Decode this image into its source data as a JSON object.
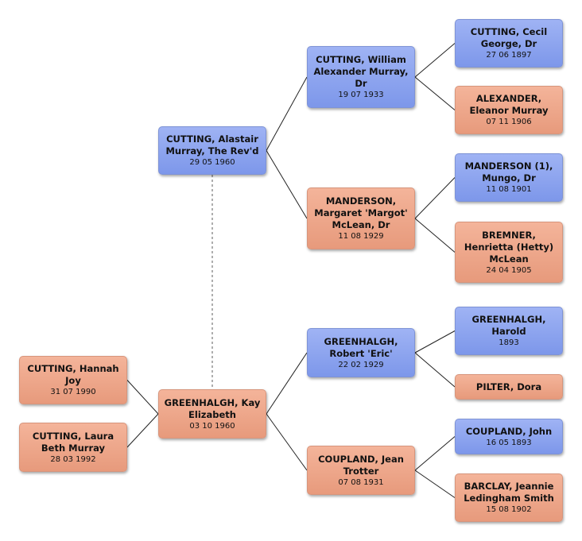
{
  "people": [
    {
      "id": "cecil",
      "name": "CUTTING, Cecil George, Dr",
      "date": "27 06 1897",
      "sex": "male"
    },
    {
      "id": "eleanor",
      "name": "ALEXANDER, Eleanor Murray",
      "date": "07 11 1906",
      "sex": "female"
    },
    {
      "id": "william",
      "name": "CUTTING, William Alexander Murray, Dr",
      "date": "19 07 1933",
      "sex": "male"
    },
    {
      "id": "mungo",
      "name": "MANDERSON (1), Mungo, Dr",
      "date": "11 08 1901",
      "sex": "male"
    },
    {
      "id": "henrietta",
      "name": "BREMNER, Henrietta (Hetty) McLean",
      "date": "24 04 1905",
      "sex": "female"
    },
    {
      "id": "margaret",
      "name": "MANDERSON, Margaret 'Margot' McLean, Dr",
      "date": "11 08 1929",
      "sex": "female"
    },
    {
      "id": "alastair",
      "name": "CUTTING, Alastair Murray, The Rev'd",
      "date": "29 05 1960",
      "sex": "male"
    },
    {
      "id": "harold",
      "name": "GREENHALGH, Harold",
      "date": "1893",
      "sex": "male"
    },
    {
      "id": "dora",
      "name": "PILTER, Dora",
      "date": "",
      "sex": "female"
    },
    {
      "id": "eric",
      "name": "GREENHALGH, Robert 'Eric'",
      "date": "22 02 1929",
      "sex": "male"
    },
    {
      "id": "john",
      "name": "COUPLAND, John",
      "date": "16 05 1893",
      "sex": "male"
    },
    {
      "id": "jeannie",
      "name": "BARCLAY, Jeannie Ledingham Smith",
      "date": "15 08 1902",
      "sex": "female"
    },
    {
      "id": "jean",
      "name": "COUPLAND, Jean Trotter",
      "date": "07 08 1931",
      "sex": "female"
    },
    {
      "id": "kay",
      "name": "GREENHALGH, Kay Elizabeth",
      "date": "03 10 1960",
      "sex": "female"
    },
    {
      "id": "hannah",
      "name": "CUTTING, Hannah Joy",
      "date": "31 07 1990",
      "sex": "female"
    },
    {
      "id": "laura",
      "name": "CUTTING, Laura Beth Murray",
      "date": "28 03 1992",
      "sex": "female"
    }
  ]
}
